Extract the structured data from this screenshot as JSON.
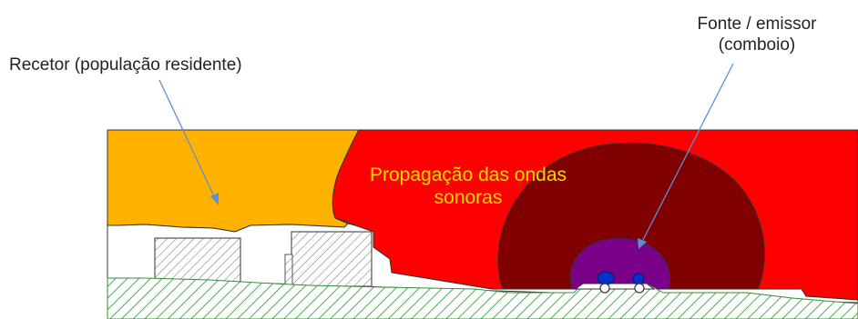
{
  "labels": {
    "receptor": "Recetor (população residente)",
    "source_line1": "Fonte / emissor",
    "source_line2": "(comboio)",
    "propagation_line1": "Propagação das ondas",
    "propagation_line2": "sonoras"
  },
  "colors": {
    "receptor_zone": "#ffb300",
    "propagation_zone": "#ff0000",
    "outer_wave": "#800000",
    "inner_wave": "#7a008a",
    "ground_hatch": "#4caf50",
    "building_hatch": "#777777",
    "arrow": "#5b8fd6",
    "propagation_text": "#ffd700",
    "train_wheels": "#0033cc"
  }
}
